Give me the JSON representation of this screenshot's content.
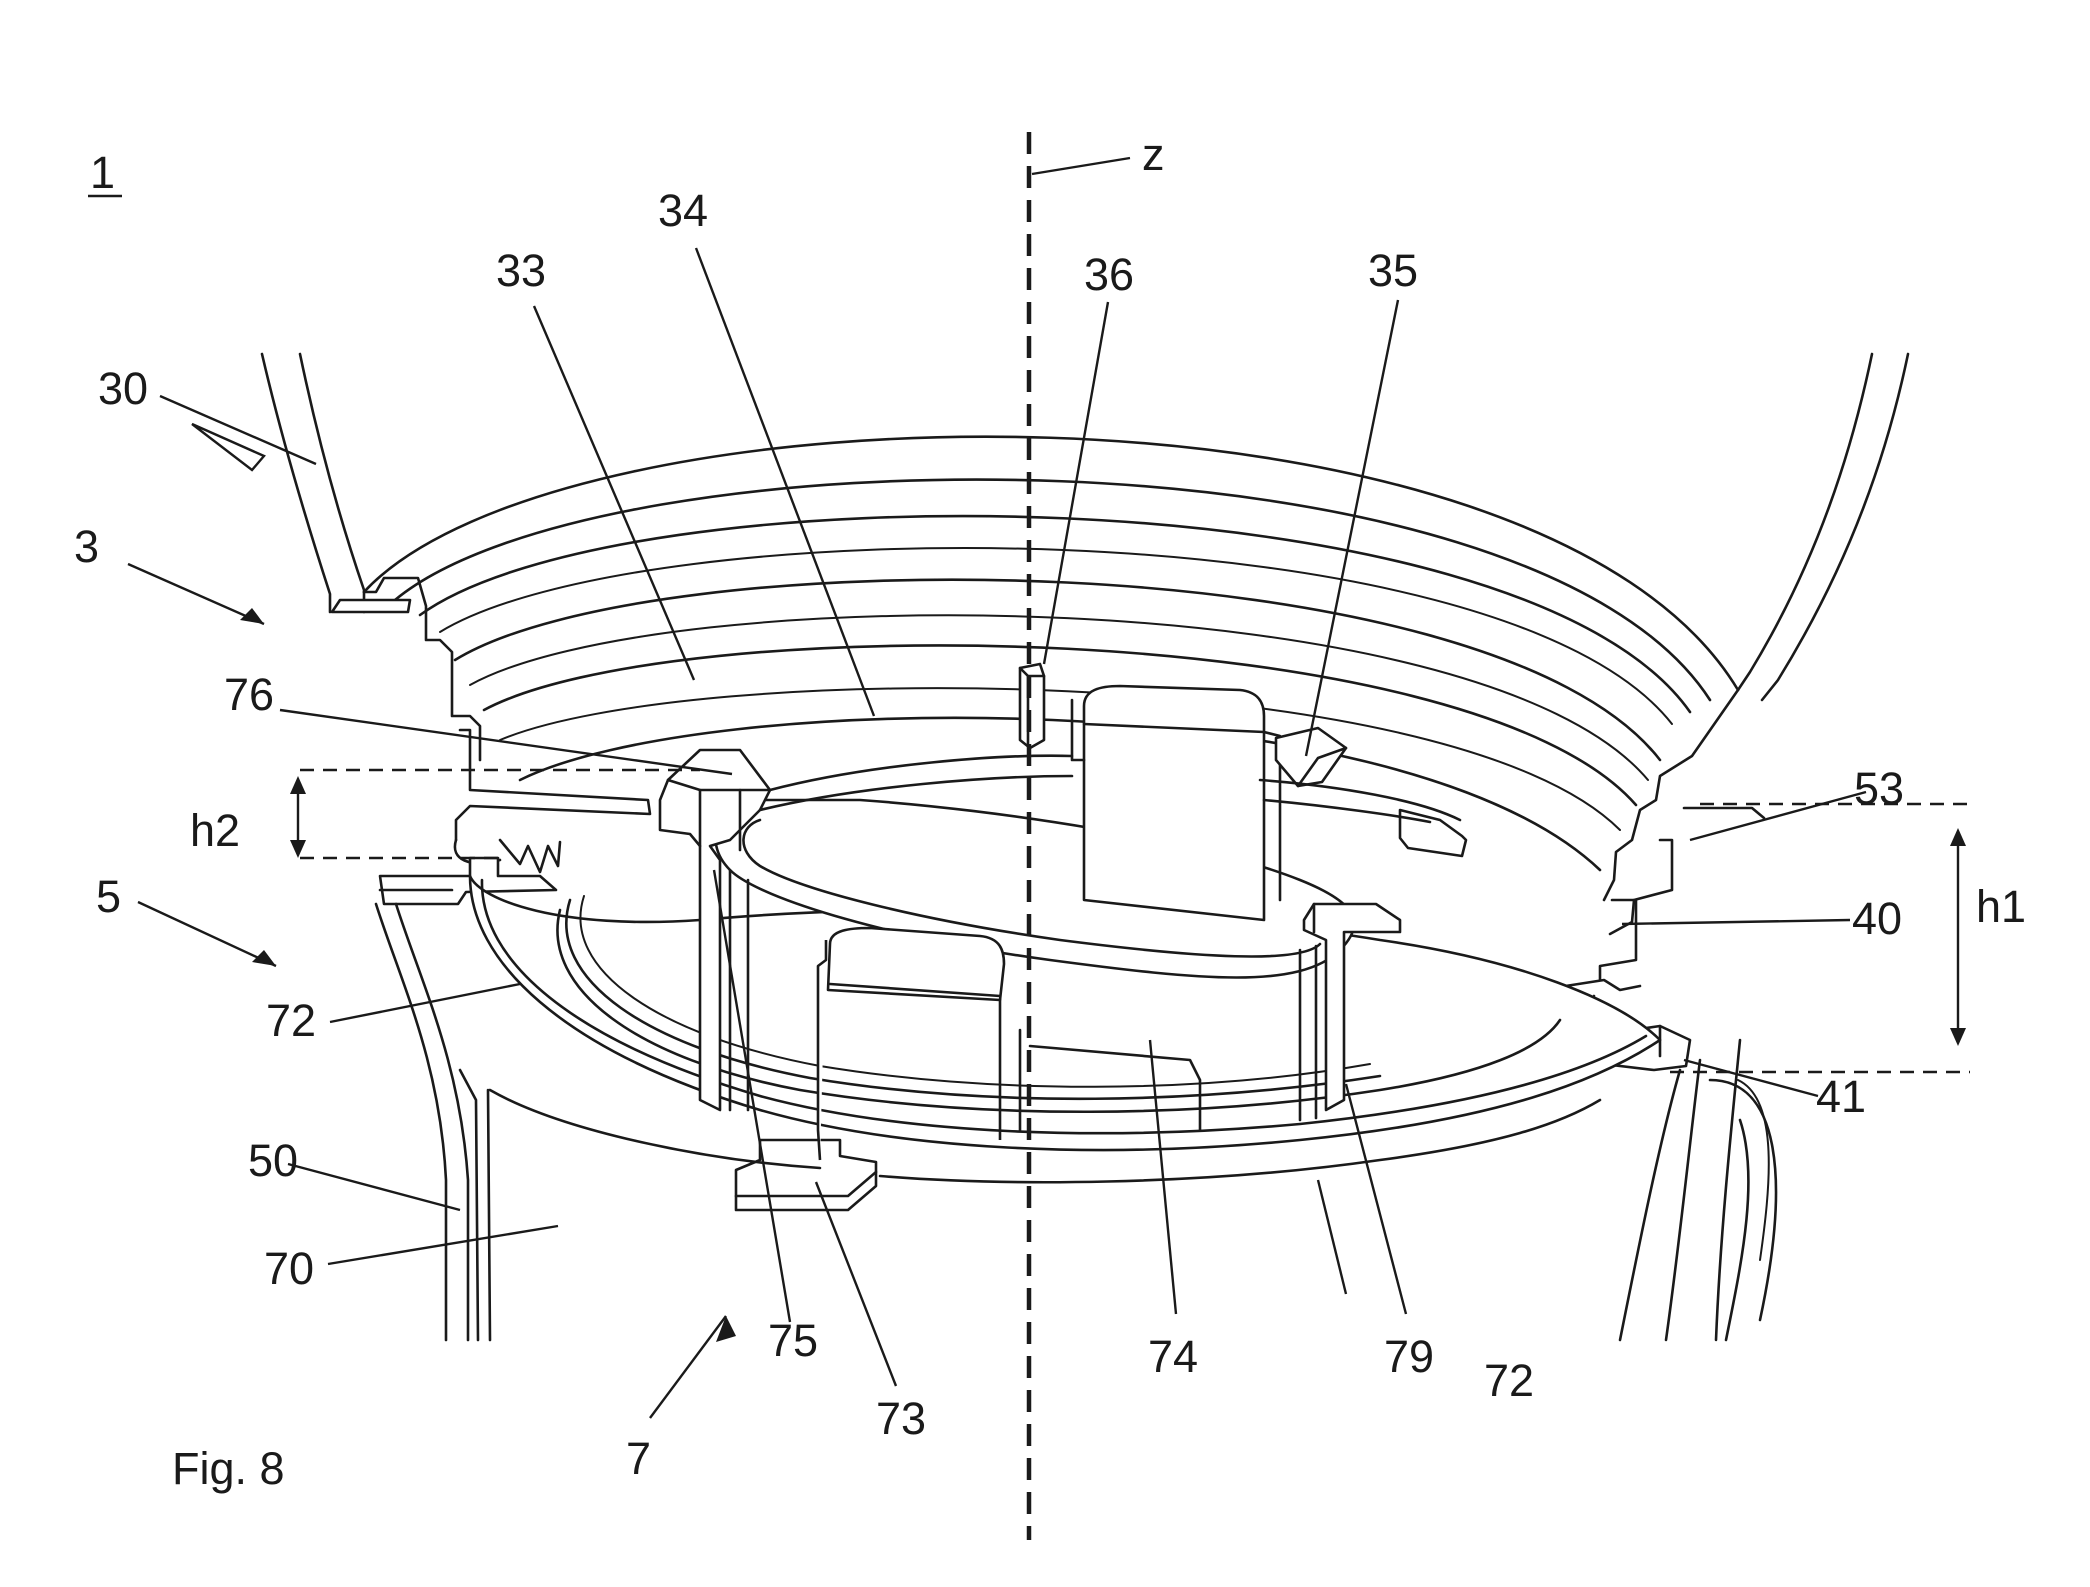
{
  "figure": {
    "caption": "Fig. 8",
    "device_number": "1",
    "axis_label": "z",
    "height_labels": [
      "h1",
      "h2"
    ],
    "reference_numerals": [
      "30",
      "3",
      "5",
      "33",
      "34",
      "36",
      "35",
      "76",
      "53",
      "40",
      "41",
      "72",
      "72",
      "74",
      "75",
      "73",
      "79",
      "50",
      "70",
      "7"
    ]
  }
}
